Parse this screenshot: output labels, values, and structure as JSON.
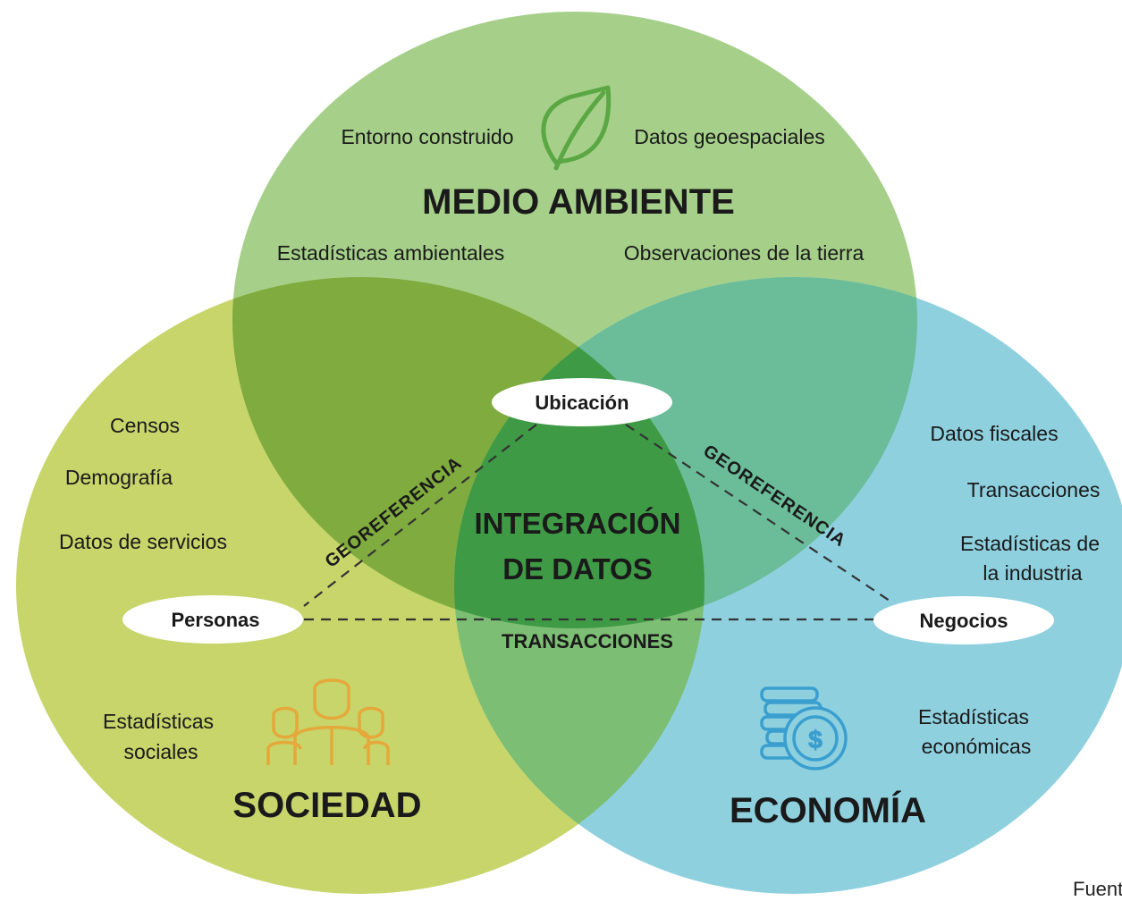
{
  "colors": {
    "medio_ambiente": "#a6d08a",
    "sociedad": "#c7d56a",
    "economia": "#8fd0df",
    "overlap_dark": "#3f9a46",
    "coins_icon": "#3a9fcf",
    "people_icon": "#e4a93a",
    "leaf_icon": "#5aa744"
  },
  "medio_ambiente": {
    "title": "MEDIO AMBIENTE",
    "items": [
      "Entorno construido",
      "Datos geoespaciales",
      "Estadísticas ambientales",
      "Observaciones de la tierra"
    ],
    "icon": "leaf-icon"
  },
  "sociedad": {
    "title": "SOCIEDAD",
    "items": [
      "Censos",
      "Demografía",
      "Datos de servicios"
    ],
    "stats_line1": "Estadísticas",
    "stats_line2": "sociales",
    "icon": "people-icon"
  },
  "economia": {
    "title": "ECONOMÍA",
    "items": [
      "Datos fiscales",
      "Transacciones"
    ],
    "industry_line1": "Estadísticas de",
    "industry_line2": "la industria",
    "stats_line1": "Estadísticas",
    "stats_line2": "económicas",
    "icon": "coins-icon"
  },
  "center": {
    "line1": "INTEGRACIÓN",
    "line2": "DE DATOS"
  },
  "nodes": {
    "ubicacion": "Ubicación",
    "personas": "Personas",
    "negocios": "Negocios"
  },
  "links": {
    "left": "GEOREFERENCIA",
    "right": "GEOREFERENCIA",
    "bottom": "TRANSACCIONES"
  },
  "footer": "Fuente"
}
